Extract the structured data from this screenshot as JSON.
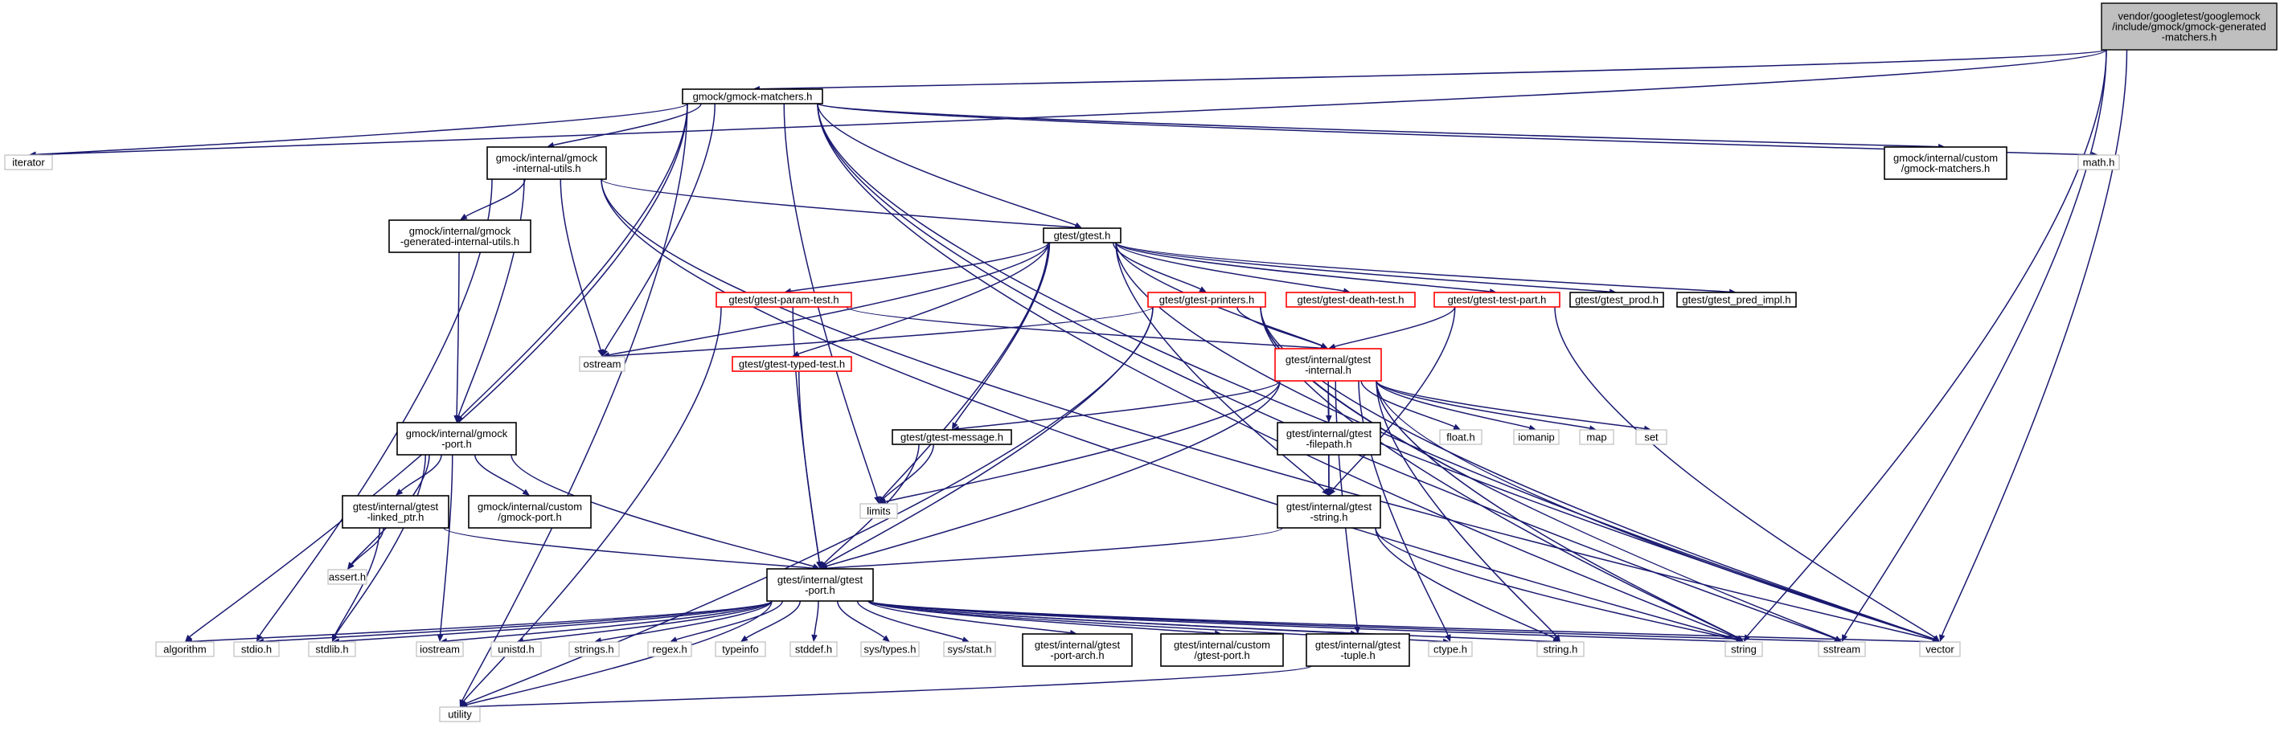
{
  "diagram": {
    "nodes": [
      {
        "id": "root",
        "lines": [
          "vendor/googletest/googlemock",
          "/include/gmock/gmock-generated",
          "-matchers.h"
        ],
        "style": "root"
      },
      {
        "id": "gmock_matchers",
        "lines": [
          "gmock/gmock-matchers.h"
        ],
        "style": "documented"
      },
      {
        "id": "iterator",
        "lines": [
          "iterator"
        ],
        "style": "system"
      },
      {
        "id": "internal_utils",
        "lines": [
          "gmock/internal/gmock",
          "-internal-utils.h"
        ],
        "style": "documented"
      },
      {
        "id": "custom_matchers",
        "lines": [
          "gmock/internal/custom",
          "/gmock-matchers.h"
        ],
        "style": "documented"
      },
      {
        "id": "math",
        "lines": [
          "math.h"
        ],
        "style": "system"
      },
      {
        "id": "gen_internal_utils",
        "lines": [
          "gmock/internal/gmock",
          "-generated-internal-utils.h"
        ],
        "style": "documented"
      },
      {
        "id": "gtest",
        "lines": [
          "gtest/gtest.h"
        ],
        "style": "documented"
      },
      {
        "id": "param_test",
        "lines": [
          "gtest/gtest-param-test.h"
        ],
        "style": "truncated"
      },
      {
        "id": "printers",
        "lines": [
          "gtest/gtest-printers.h"
        ],
        "style": "truncated"
      },
      {
        "id": "death_test",
        "lines": [
          "gtest/gtest-death-test.h"
        ],
        "style": "truncated"
      },
      {
        "id": "test_part",
        "lines": [
          "gtest/gtest-test-part.h"
        ],
        "style": "truncated"
      },
      {
        "id": "prod",
        "lines": [
          "gtest/gtest_prod.h"
        ],
        "style": "documented"
      },
      {
        "id": "pred_impl",
        "lines": [
          "gtest/gtest_pred_impl.h"
        ],
        "style": "documented"
      },
      {
        "id": "ostream",
        "lines": [
          "ostream"
        ],
        "style": "system"
      },
      {
        "id": "typed_test",
        "lines": [
          "gtest/gtest-typed-test.h"
        ],
        "style": "truncated"
      },
      {
        "id": "gtest_internal",
        "lines": [
          "gtest/internal/gtest",
          "-internal.h"
        ],
        "style": "truncated"
      },
      {
        "id": "gmock_port",
        "lines": [
          "gmock/internal/gmock",
          "-port.h"
        ],
        "style": "documented"
      },
      {
        "id": "message",
        "lines": [
          "gtest/gtest-message.h"
        ],
        "style": "documented"
      },
      {
        "id": "filepath",
        "lines": [
          "gtest/internal/gtest",
          "-filepath.h"
        ],
        "style": "documented"
      },
      {
        "id": "float",
        "lines": [
          "float.h"
        ],
        "style": "system"
      },
      {
        "id": "iomanip",
        "lines": [
          "iomanip"
        ],
        "style": "system"
      },
      {
        "id": "map",
        "lines": [
          "map"
        ],
        "style": "system"
      },
      {
        "id": "set",
        "lines": [
          "set"
        ],
        "style": "system"
      },
      {
        "id": "linked_ptr",
        "lines": [
          "gtest/internal/gtest",
          "-linked_ptr.h"
        ],
        "style": "documented"
      },
      {
        "id": "custom_port",
        "lines": [
          "gmock/internal/custom",
          "/gmock-port.h"
        ],
        "style": "documented"
      },
      {
        "id": "limits",
        "lines": [
          "limits"
        ],
        "style": "system"
      },
      {
        "id": "gtest_string",
        "lines": [
          "gtest/internal/gtest",
          "-string.h"
        ],
        "style": "documented"
      },
      {
        "id": "assert",
        "lines": [
          "assert.h"
        ],
        "style": "system"
      },
      {
        "id": "gtest_port",
        "lines": [
          "gtest/internal/gtest",
          "-port.h"
        ],
        "style": "documented"
      },
      {
        "id": "algorithm",
        "lines": [
          "algorithm"
        ],
        "style": "system"
      },
      {
        "id": "stdio",
        "lines": [
          "stdio.h"
        ],
        "style": "system"
      },
      {
        "id": "stdlib",
        "lines": [
          "stdlib.h"
        ],
        "style": "system"
      },
      {
        "id": "iostream",
        "lines": [
          "iostream"
        ],
        "style": "system"
      },
      {
        "id": "unistd",
        "lines": [
          "unistd.h"
        ],
        "style": "system"
      },
      {
        "id": "strings",
        "lines": [
          "strings.h"
        ],
        "style": "system"
      },
      {
        "id": "regex",
        "lines": [
          "regex.h"
        ],
        "style": "system"
      },
      {
        "id": "typeinfo",
        "lines": [
          "typeinfo"
        ],
        "style": "system"
      },
      {
        "id": "stddef",
        "lines": [
          "stddef.h"
        ],
        "style": "system"
      },
      {
        "id": "sys_types",
        "lines": [
          "sys/types.h"
        ],
        "style": "system"
      },
      {
        "id": "sys_stat",
        "lines": [
          "sys/stat.h"
        ],
        "style": "system"
      },
      {
        "id": "port_arch",
        "lines": [
          "gtest/internal/gtest",
          "-port-arch.h"
        ],
        "style": "documented"
      },
      {
        "id": "custom_gtest_port",
        "lines": [
          "gtest/internal/custom",
          "/gtest-port.h"
        ],
        "style": "documented"
      },
      {
        "id": "tuple",
        "lines": [
          "gtest/internal/gtest",
          "-tuple.h"
        ],
        "style": "documented"
      },
      {
        "id": "ctype",
        "lines": [
          "ctype.h"
        ],
        "style": "system"
      },
      {
        "id": "string_h",
        "lines": [
          "string.h"
        ],
        "style": "system"
      },
      {
        "id": "string",
        "lines": [
          "string"
        ],
        "style": "system"
      },
      {
        "id": "sstream",
        "lines": [
          "sstream"
        ],
        "style": "system"
      },
      {
        "id": "vector",
        "lines": [
          "vector"
        ],
        "style": "system"
      },
      {
        "id": "utility",
        "lines": [
          "utility"
        ],
        "style": "system"
      }
    ],
    "edges": [
      [
        "root",
        "gmock_matchers"
      ],
      [
        "root",
        "string"
      ],
      [
        "root",
        "sstream"
      ],
      [
        "root",
        "vector"
      ],
      [
        "root",
        "iterator"
      ],
      [
        "gmock_matchers",
        "iterator"
      ],
      [
        "gmock_matchers",
        "internal_utils"
      ],
      [
        "gmock_matchers",
        "custom_matchers"
      ],
      [
        "gmock_matchers",
        "math"
      ],
      [
        "gmock_matchers",
        "gtest"
      ],
      [
        "gmock_matchers",
        "ostream"
      ],
      [
        "gmock_matchers",
        "limits"
      ],
      [
        "gmock_matchers",
        "gmock_port"
      ],
      [
        "gmock_matchers",
        "algorithm"
      ],
      [
        "gmock_matchers",
        "utility"
      ],
      [
        "gmock_matchers",
        "string"
      ],
      [
        "gmock_matchers",
        "sstream"
      ],
      [
        "gmock_matchers",
        "vector"
      ],
      [
        "internal_utils",
        "gen_internal_utils"
      ],
      [
        "internal_utils",
        "gtest"
      ],
      [
        "internal_utils",
        "ostream"
      ],
      [
        "internal_utils",
        "gmock_port"
      ],
      [
        "internal_utils",
        "stdio"
      ],
      [
        "internal_utils",
        "string"
      ],
      [
        "internal_utils",
        "vector"
      ],
      [
        "gen_internal_utils",
        "gmock_port"
      ],
      [
        "gtest",
        "param_test"
      ],
      [
        "gtest",
        "printers"
      ],
      [
        "gtest",
        "death_test"
      ],
      [
        "gtest",
        "test_part"
      ],
      [
        "gtest",
        "prod"
      ],
      [
        "gtest",
        "pred_impl"
      ],
      [
        "gtest",
        "ostream"
      ],
      [
        "gtest",
        "typed_test"
      ],
      [
        "gtest",
        "gtest_internal"
      ],
      [
        "gtest",
        "message"
      ],
      [
        "gtest",
        "limits"
      ],
      [
        "gtest",
        "gtest_string"
      ],
      [
        "gtest",
        "vector"
      ],
      [
        "param_test",
        "gtest_internal"
      ],
      [
        "param_test",
        "gtest_port"
      ],
      [
        "param_test",
        "utility"
      ],
      [
        "printers",
        "ostream"
      ],
      [
        "printers",
        "gtest_internal"
      ],
      [
        "printers",
        "gtest_port"
      ],
      [
        "printers",
        "string"
      ],
      [
        "printers",
        "sstream"
      ],
      [
        "printers",
        "vector"
      ],
      [
        "printers",
        "utility"
      ],
      [
        "test_part",
        "gtest_internal"
      ],
      [
        "test_part",
        "gtest_string"
      ],
      [
        "test_part",
        "vector"
      ],
      [
        "typed_test",
        "gtest_port"
      ],
      [
        "gtest_internal",
        "message"
      ],
      [
        "gtest_internal",
        "filepath"
      ],
      [
        "gtest_internal",
        "gtest_string"
      ],
      [
        "gtest_internal",
        "gtest_port"
      ],
      [
        "gtest_internal",
        "float"
      ],
      [
        "gtest_internal",
        "iomanip"
      ],
      [
        "gtest_internal",
        "map"
      ],
      [
        "gtest_internal",
        "set"
      ],
      [
        "gtest_internal",
        "limits"
      ],
      [
        "gtest_internal",
        "string"
      ],
      [
        "gtest_internal",
        "vector"
      ],
      [
        "gtest_internal",
        "string_h"
      ],
      [
        "gtest_internal",
        "ctype"
      ],
      [
        "gtest_internal",
        "tuple"
      ],
      [
        "message",
        "limits"
      ],
      [
        "message",
        "gtest_port"
      ],
      [
        "filepath",
        "gtest_string"
      ],
      [
        "gtest_string",
        "gtest_port"
      ],
      [
        "gtest_string",
        "string_h"
      ],
      [
        "gtest_string",
        "string"
      ],
      [
        "gmock_port",
        "linked_ptr"
      ],
      [
        "gmock_port",
        "custom_port"
      ],
      [
        "gmock_port",
        "gtest_port"
      ],
      [
        "gmock_port",
        "assert"
      ],
      [
        "gmock_port",
        "stdlib"
      ],
      [
        "gmock_port",
        "iostream"
      ],
      [
        "linked_ptr",
        "assert"
      ],
      [
        "linked_ptr",
        "stdlib"
      ],
      [
        "linked_ptr",
        "gtest_port"
      ],
      [
        "gtest_port",
        "algorithm"
      ],
      [
        "gtest_port",
        "stdio"
      ],
      [
        "gtest_port",
        "stdlib"
      ],
      [
        "gtest_port",
        "iostream"
      ],
      [
        "gtest_port",
        "unistd"
      ],
      [
        "gtest_port",
        "strings"
      ],
      [
        "gtest_port",
        "regex"
      ],
      [
        "gtest_port",
        "typeinfo"
      ],
      [
        "gtest_port",
        "stddef"
      ],
      [
        "gtest_port",
        "sys_types"
      ],
      [
        "gtest_port",
        "sys_stat"
      ],
      [
        "gtest_port",
        "port_arch"
      ],
      [
        "gtest_port",
        "custom_gtest_port"
      ],
      [
        "gtest_port",
        "tuple"
      ],
      [
        "gtest_port",
        "ctype"
      ],
      [
        "gtest_port",
        "string_h"
      ],
      [
        "gtest_port",
        "string"
      ],
      [
        "gtest_port",
        "sstream"
      ],
      [
        "gtest_port",
        "vector"
      ],
      [
        "gtest_port",
        "utility"
      ],
      [
        "tuple",
        "utility"
      ]
    ]
  }
}
